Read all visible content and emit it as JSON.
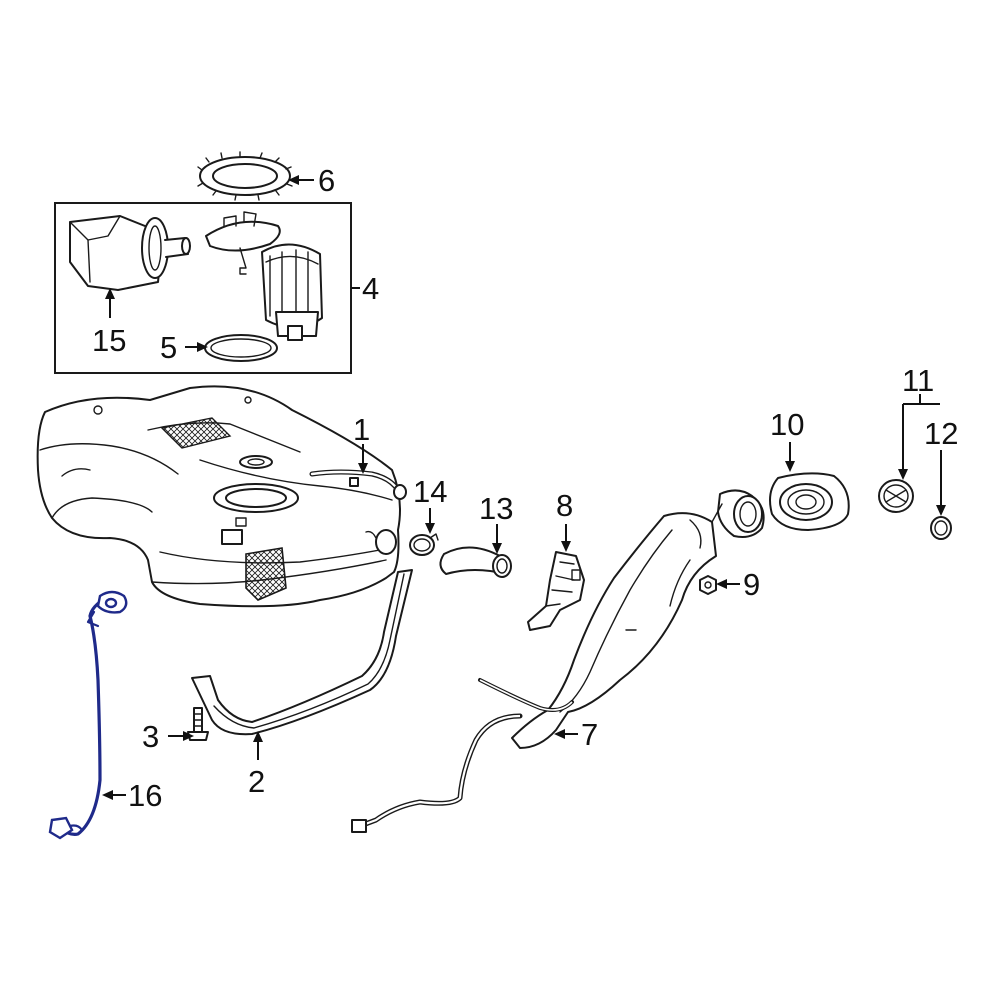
{
  "diagram": {
    "highlight_color": "#1f2a8a",
    "callouts": [
      {
        "id": "c1",
        "label": "1"
      },
      {
        "id": "c2",
        "label": "2"
      },
      {
        "id": "c3",
        "label": "3"
      },
      {
        "id": "c4",
        "label": "4"
      },
      {
        "id": "c5",
        "label": "5"
      },
      {
        "id": "c6",
        "label": "6"
      },
      {
        "id": "c7",
        "label": "7"
      },
      {
        "id": "c8",
        "label": "8"
      },
      {
        "id": "c9",
        "label": "9"
      },
      {
        "id": "c10",
        "label": "10"
      },
      {
        "id": "c11",
        "label": "11"
      },
      {
        "id": "c12",
        "label": "12"
      },
      {
        "id": "c13",
        "label": "13"
      },
      {
        "id": "c14",
        "label": "14"
      },
      {
        "id": "c15",
        "label": "15"
      },
      {
        "id": "c16",
        "label": "16"
      }
    ]
  }
}
